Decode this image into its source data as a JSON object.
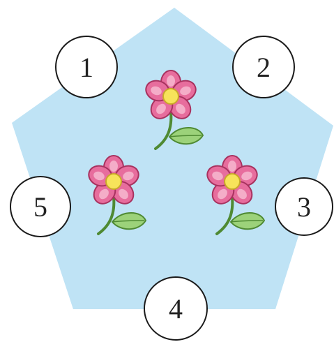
{
  "colors": {
    "pentagon_fill": "#bfe3f5",
    "petal": "#e76d9d",
    "petal_light": "#f7b9d0",
    "petal_outline": "#a8325f",
    "flower_center": "#f7e35a",
    "stem": "#4f8a33",
    "leaf": "#9cd27a",
    "circle_stroke": "#1a1a1a"
  },
  "labels": {
    "c1": "1",
    "c2": "2",
    "c3": "3",
    "c4": "4",
    "c5": "5"
  },
  "flowers": {
    "count": 3,
    "icon": "pink-flower-icon"
  }
}
